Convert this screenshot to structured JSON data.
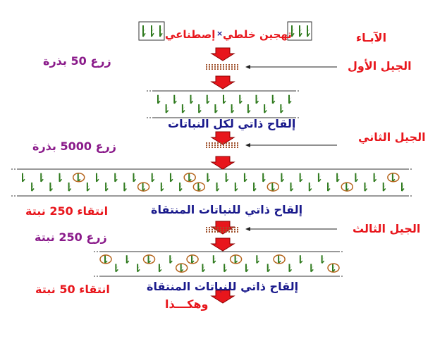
{
  "labels": {
    "parents": "الآبـاء",
    "gen1": "الجيل الأول",
    "gen2": "الجيل الثاني",
    "gen3": "الجيل الثالث",
    "cross": "تهجين خلطي",
    "cross_sym": "×",
    "artificial": "إصطناعي",
    "sow50": "زرع 50 بذرة",
    "sow5000": "زرع 5000 بذرة",
    "sow250": "زرع 250 نبتة",
    "self_all": "إلقاح ذاتي لكل النباتات",
    "self_sel1": "إلقاح ذاتي للنباتات المنتقاة",
    "self_sel2": "إلقاح ذاتي للنباتات المنتقاة",
    "select250": "انتقاء 250 نبتة",
    "select50": "انتقاء 50 نبتة",
    "etc": "وهكـــذا"
  },
  "colors": {
    "arrow": "#e8161c",
    "plant": "#2f7a1e",
    "seed": "#a0522d",
    "circle": "#b5651d",
    "pointer": "#222222"
  }
}
